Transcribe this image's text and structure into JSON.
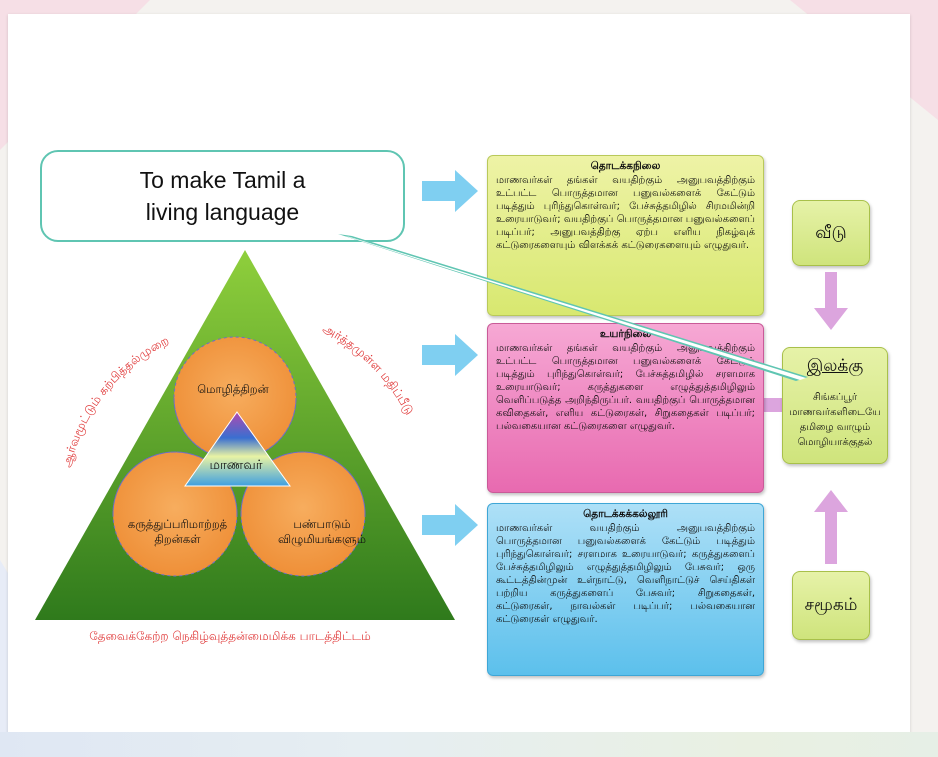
{
  "callout": {
    "line1": "To make Tamil a",
    "line2": "living language"
  },
  "stages": {
    "primary": {
      "title": "தொடக்கநிலை",
      "text": "மாணவர்கள் தங்கள் வயதிற்கும் அனுபவத்திற்கும் உட்பட்ட பொருத்தமான பனுவல்களைக் கேட்டும் படித்தும் புரிந்துகொள்வர்; பேச்சுத்தமிழில் சிரமமின்றி உரையாடுவர்; வயதிற்குப் பொருத்தமான பனுவல்களைப் படிப்பர்; அனுபவத்திற்கு ஏற்ப எளிய நிகழ்வுக் கட்டுரைகளையும் விளக்கக் கட்டுரைகளையும் எழுதுவர்."
    },
    "secondary": {
      "title": "உயர்நிலை",
      "text": "மாணவர்கள் தங்கள் வயதிற்கும் அனுபவத்திற்கும் உட்பட்ட பொருத்தமான பனுவல்களைக் கேட்டும் படித்தும் புரிந்துகொள்வர்; பேச்சுத்தமிழில் சரளமாக உரையாடுவர்; கருத்துகளை எழுத்துத்தமிழிலும் வெளிப்படுத்த அறிந்திருப்பர். வயதிற்குப் பொருத்தமான கவிதைகள், எளிய கட்டுரைகள், சிறுகதைகள் படிப்பர்; பல்வகையான கட்டுரைகளை எழுதுவர்."
    },
    "college": {
      "title": "தொடக்கக்கல்லூரி",
      "text": "மாணவர்கள் வயதிற்கும் அனுபவத்திற்கும் பொருத்தமான பனுவல்களைக் கேட்டும் படித்தும் புரிந்துகொள்வர்; சரளமாக உரையாடுவர்; கருத்துகளைப் பேச்சுத்தமிழிலும் எழுத்துத்தமிழிலும் பேசுவர்; ஒரு கூட்டத்தின்முன் உள்நாட்டு, வெளிநாட்டுச் செய்திகள் பற்றிய கருத்துகளைப் பேசுவர்; சிறுகதைகள், கட்டுரைகள், நாவல்கள் படிப்பர்; பல்வகையான கட்டுரைகள் எழுதுவர்."
    }
  },
  "home": "வீடு",
  "community": "சமூகம்",
  "goal": {
    "title": "இலக்கு",
    "description": "சிங்கப்பூர் மாணவர்களிடையே தமிழை வாழும் மொழியாக்குதல்"
  },
  "triangle": {
    "circle_top": "மொழித்திறன்",
    "circle_left": "கருத்துப்பரிமாற்றத் திறன்கள்",
    "circle_right": "பண்பாடும் விழுமியங்களும்",
    "center": "மாணவர்",
    "left_side": "ஆர்வமூட்டும் கற்பித்தல்முறை",
    "right_side": "அர்த்தமுள்ள மதிப்பீடு",
    "caption": "தேவைக்கேற்ற நெகிழ்வுத்தன்மைமிக்க பாடத்திட்டம்"
  },
  "colors": {
    "triangle_green": "#4f9a2a",
    "circle_orange": "#f39a45",
    "arrow_blue": "#7fcff1",
    "arrow_pink": "#dca5de",
    "callout_border": "#5fc5b2",
    "side_text_red": "#e03a3a"
  }
}
